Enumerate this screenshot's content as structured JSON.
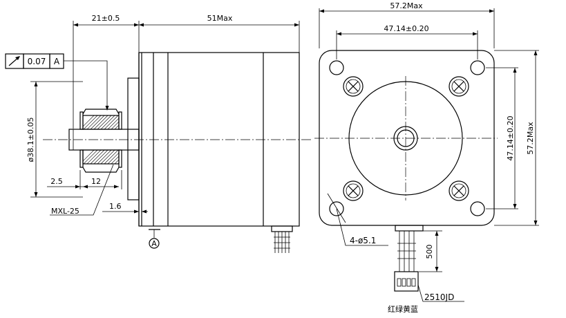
{
  "side_view": {
    "dim_shaft_length": "21±0.5",
    "dim_body_length": "51Max",
    "tolerance_value": "0.07",
    "tolerance_datum": "A",
    "dim_pulley_diameter": "ø38.1±0.05",
    "dim_offset": "2.5",
    "dim_pulley_width": "12",
    "label_pulley": "MXL-25",
    "dim_flange": "1.6",
    "datum_label": "A"
  },
  "front_view": {
    "dim_overall_width": "57.2Max",
    "dim_hole_spacing_h": "47.14±0.20",
    "dim_hole_spacing_v": "47.14±0.20",
    "dim_overall_height": "57.2Max",
    "label_holes": "4-ø5.1",
    "dim_lead_length": "500",
    "label_connector": "2510JD",
    "label_wire_colors": "红绿黄蓝"
  },
  "icons": {
    "tolerance": "runout-arrow-icon",
    "datum": "datum-circle-icon"
  },
  "colors": {
    "line": "#000000",
    "background": "#ffffff"
  }
}
